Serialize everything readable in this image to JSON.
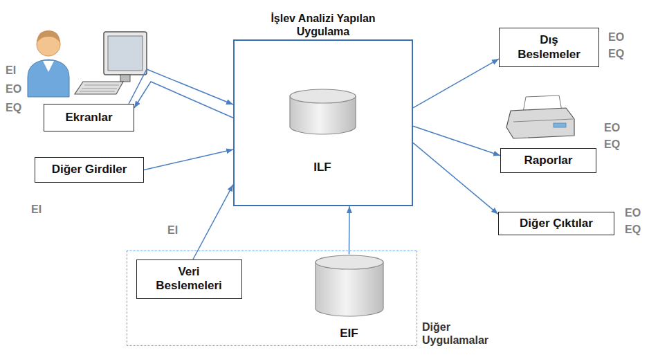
{
  "diagram": {
    "nodes": [
      {
        "text": [
          "İşlev Analizi Yapılan Uygulama"
        ]
      },
      {
        "text": [
          "ILF"
        ],
        "in": 0
      },
      {
        "text": [
          "Ekranlar"
        ]
      },
      {
        "text": [
          "Dış Beslemeler"
        ]
      },
      {
        "text": [
          "Diğer Girdiler"
        ]
      },
      {
        "text": [
          "Raporlar"
        ]
      },
      {
        "text": [
          "Diğer Çıktılar"
        ]
      },
      {
        "text": [
          "Diğer Uygulamalar"
        ]
      },
      {
        "text": [
          "Veri Beslemeleri"
        ],
        "in": 7
      },
      {
        "text": [
          "EIF"
        ],
        "in": 7
      }
    ],
    "edges": [
      {
        "from": 2,
        "to": 0,
        "arrow": "to"
      },
      {
        "from": 0,
        "to": 2,
        "arrow": "to"
      },
      {
        "from": 4,
        "to": 0,
        "arrow": "to"
      },
      {
        "from": 8,
        "to": 0,
        "label": "EI",
        "arrow": "to"
      },
      {
        "from": 9,
        "to": 0,
        "arrow": "to"
      },
      {
        "from": 0,
        "to": 3,
        "arrow": "to"
      },
      {
        "from": 0,
        "to": 5,
        "arrow": "to"
      },
      {
        "from": 0,
        "to": 6,
        "arrow": "to"
      }
    ],
    "labels": [
      "EI",
      "EO",
      "EQ",
      "EI",
      "EO",
      "EQ",
      "EO",
      "EQ",
      "EO",
      "EQ"
    ]
  }
}
